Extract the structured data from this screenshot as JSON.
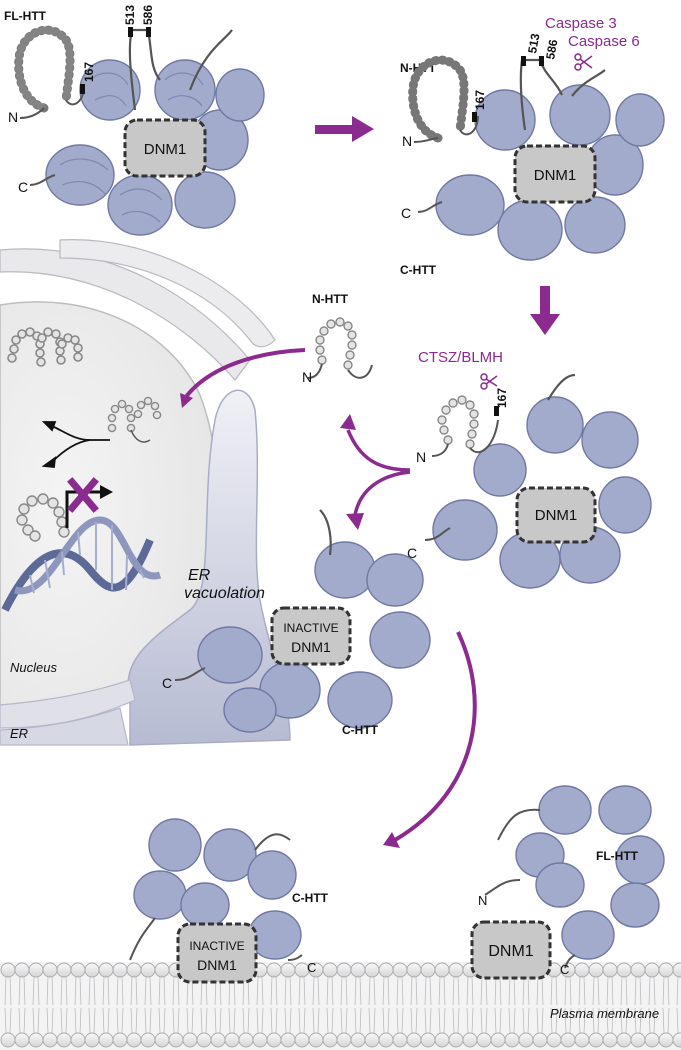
{
  "colors": {
    "accent": "#8b2a8f",
    "protein": "#8d97bd",
    "dnm1": "#c8c8c8",
    "membrane": "#d8d8dc",
    "nucleus": "#f0f0f0",
    "er": "#c3c6d8"
  },
  "top_left": {
    "fl_htt": "FL-HTT",
    "site_513": "513",
    "site_586": "586",
    "site_167": "167",
    "n": "N",
    "c": "C",
    "dnm1": "DNM1"
  },
  "top_right": {
    "caspase3": "Caspase 3",
    "caspase6": "Caspase 6",
    "site_513": "513",
    "site_586": "586",
    "site_167": "167",
    "n_htt": "N-HTT",
    "c_htt": "C-HTT",
    "n": "N",
    "c": "C",
    "dnm1": "DNM1"
  },
  "middle": {
    "n_htt": "N-HTT",
    "n_free": "N",
    "ctsz": "CTSZ/BLMH",
    "site_167": "167",
    "n": "N",
    "c": "C",
    "dnm1": "DNM1"
  },
  "cell": {
    "er_vacuolation": [
      "ER",
      "vacuolation"
    ],
    "nucleus": "Nucleus",
    "er": "ER",
    "inactive_dnm1": [
      "INACTIVE",
      "DNM1"
    ],
    "c": "C",
    "c_htt": "C-HTT"
  },
  "bottom": {
    "c_htt": "C-HTT",
    "inactive_dnm1": [
      "INACTIVE",
      "DNM1"
    ],
    "c_left": "C",
    "fl_htt": "FL-HTT",
    "n": "N",
    "dnm1": "DNM1",
    "c_right": "C",
    "plasma_membrane": "Plasma membrane"
  }
}
